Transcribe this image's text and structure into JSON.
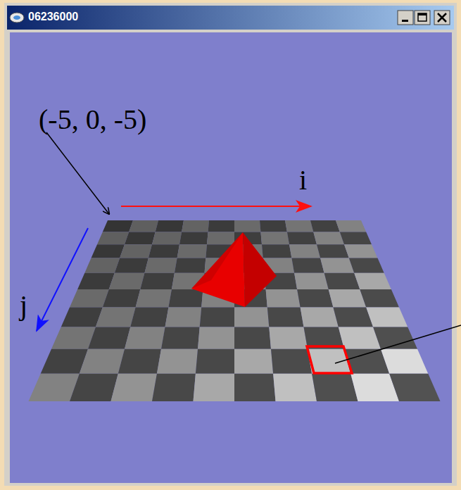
{
  "diagram": {
    "labels": [
      "06236000",
      "(-5, 0, -5)",
      "i",
      "j"
    ]
  }
}
